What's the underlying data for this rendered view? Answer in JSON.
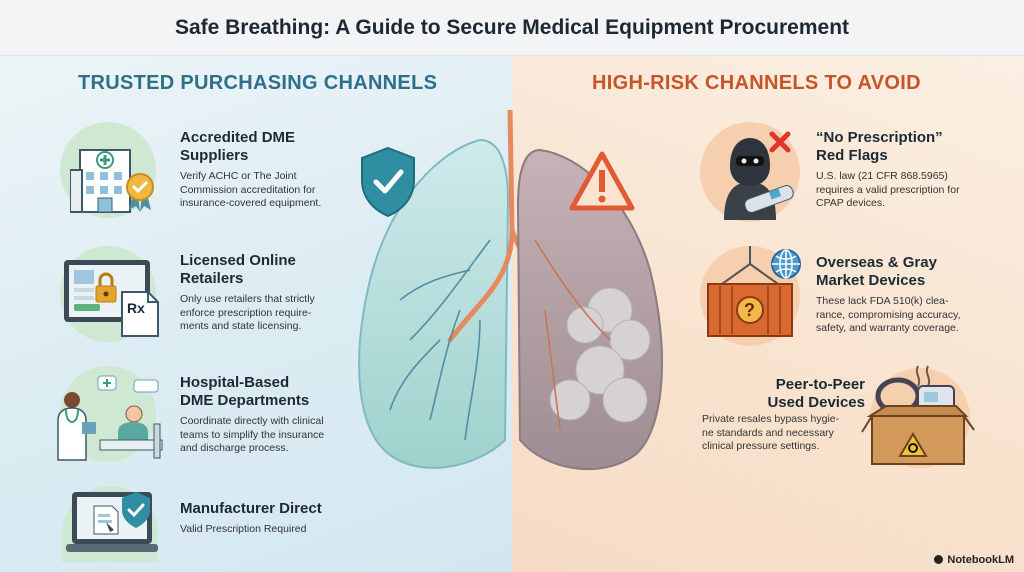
{
  "title": "Safe Breathing: A Guide to Secure Medical Equipment Procurement",
  "left_column": {
    "heading": "TRUSTED PURCHASING CHANNELS",
    "items": [
      {
        "title_line1": "Accredited DME",
        "title_line2": "Suppliers",
        "desc_line1": "Verify ACHC or The Joint",
        "desc_line2": "Commission accreditation for",
        "desc_line3": "insurance-covered equipment."
      },
      {
        "title_line1": "Licensed Online",
        "title_line2": "Retailers",
        "desc_line1": "Only use retailers that strictly",
        "desc_line2": "enforce prescription require-",
        "desc_line3": "ments and state licensing.",
        "rx_label": "Rx"
      },
      {
        "title_line1": "Hospital-Based",
        "title_line2": "DME Departments",
        "desc_line1": "Coordinate directly with clinical",
        "desc_line2": "teams to simplify the insurance",
        "desc_line3": "and discharge process."
      },
      {
        "title_line1": "Manufacturer Direct",
        "desc_line1": "Valid Prescription Required"
      }
    ]
  },
  "right_column": {
    "heading": "HIGH-RISK CHANNELS TO AVOID",
    "items": [
      {
        "title_line1": "“No Prescription”",
        "title_line2": "Red Flags",
        "desc_line1": "U.S. law (21 CFR 868.5965)",
        "desc_line2": "requires a valid prescription for",
        "desc_line3": "CPAP devices."
      },
      {
        "title_line1": "Overseas & Gray",
        "title_line2": "Market Devices",
        "desc_line1": "These lack FDA 510(k) clea-",
        "desc_line2": "rance, compromising accuracy,",
        "desc_line3": "safety, and warranty coverage.",
        "container_mark": "?"
      },
      {
        "title_line1": "Peer-to-Peer",
        "title_line2": "Used Devices",
        "desc_line1": "Private resales bypass hygie-",
        "desc_line2": "ne standards and necessary",
        "desc_line3": "clinical pressure settings."
      }
    ]
  },
  "watermark": "NotebookLM",
  "colors": {
    "trusted_heading": "#2f6f8a",
    "risk_heading": "#c8542a",
    "healthy_lung": "#b9dfe0",
    "damaged_lung": "#b8a7ad",
    "shield": "#2f8ea1",
    "warning": "#e05a33"
  },
  "icons": [
    "hospital-icon",
    "award-badge-icon",
    "laptop-lock-icon",
    "prescription-icon",
    "doctor-patient-icon",
    "laptop-shield-icon",
    "hooded-seller-icon",
    "red-x-icon",
    "shipping-container-icon",
    "globe-icon",
    "used-device-box-icon",
    "biohazard-icon",
    "shield-check-icon",
    "warning-triangle-icon"
  ]
}
